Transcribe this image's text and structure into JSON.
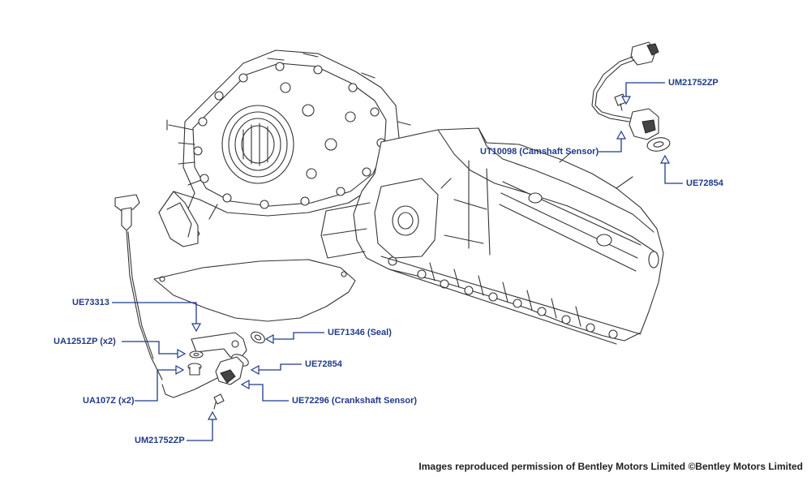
{
  "callouts": {
    "um21752zp_top": "UM21752ZP",
    "ut10098": "UT10098 (Camshaft Sensor)",
    "ue72854_top": "UE72854",
    "ue73313": "UE73313",
    "ue71346": "UE71346 (Seal)",
    "ua1251zp": "UA1251ZP (x2)",
    "ue72854_bottom": "UE72854",
    "ua107z": "UA107Z (x2)",
    "ue72296": "UE72296 (Crankshaft Sensor)",
    "um21752zp_bottom": "UM21752ZP"
  },
  "colors": {
    "callout_text": "#1f3a8a",
    "leader_line": "#1f3a8a",
    "drawing_line": "#333333"
  },
  "credit": "Images reproduced permission of Bentley Motors Limited ©Bentley Motors Limited"
}
